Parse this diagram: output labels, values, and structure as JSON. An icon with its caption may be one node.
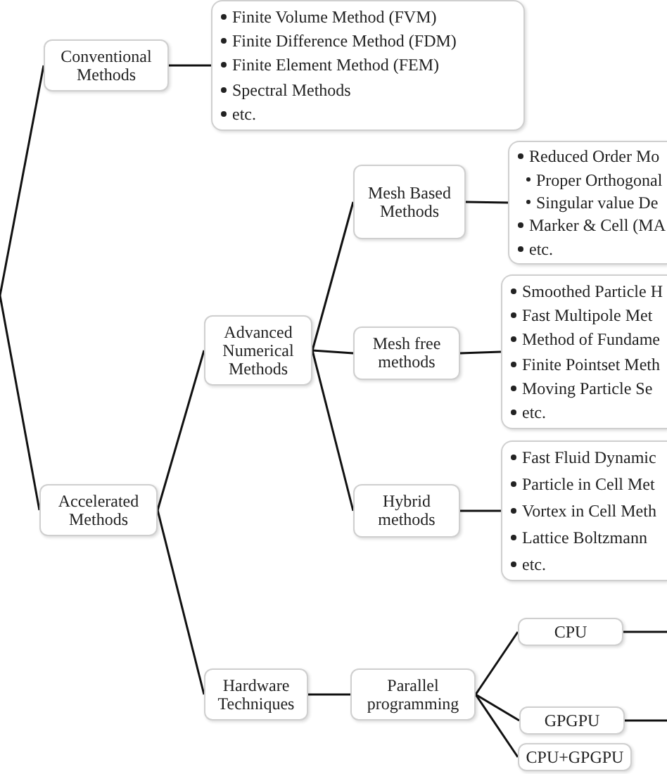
{
  "diagram": {
    "nodes": [
      {
        "text": [
          "Conventional Methods"
        ]
      },
      {
        "text": [
          "Finite Volume Method (FVM)",
          "Finite Difference Method (FDM)",
          "Finite Element Method (FEM)",
          "Spectral Methods",
          "etc."
        ]
      },
      {
        "text": [
          "Mesh Based Methods"
        ]
      },
      {
        "text": [
          "Reduced Order Mo",
          "Proper Orthogonal",
          "Singular value De",
          "Marker & Cell (MA",
          "etc."
        ]
      },
      {
        "text": [
          "Advanced Numerical Methods"
        ]
      },
      {
        "text": [
          "Mesh free methods"
        ]
      },
      {
        "text": [
          "Smoothed Particle H",
          "Fast Multipole Met",
          "Method of Fundame",
          "Finite Pointset Meth",
          "Moving Particle Se",
          "etc."
        ]
      },
      {
        "text": [
          "Accelerated Methods"
        ]
      },
      {
        "text": [
          "Hybrid methods"
        ]
      },
      {
        "text": [
          "Fast Fluid Dynamic",
          "Particle in Cell Met",
          "Vortex in Cell Meth",
          "Lattice Boltzmann",
          "etc."
        ]
      },
      {
        "text": [
          "Hardware Techniques"
        ]
      },
      {
        "text": [
          "Parallel programming"
        ]
      },
      {
        "text": [
          "CPU"
        ]
      },
      {
        "text": [
          "GPGPU"
        ]
      },
      {
        "text": [
          "CPU+GPGPU"
        ]
      }
    ],
    "edges": [
      {
        "from": null,
        "to": 0,
        "arrow": "none"
      },
      {
        "from": null,
        "to": 7,
        "arrow": "none"
      },
      {
        "from": 0,
        "to": 1,
        "arrow": "none"
      },
      {
        "from": 2,
        "to": 3,
        "arrow": "none"
      },
      {
        "from": 4,
        "to": 2,
        "arrow": "none"
      },
      {
        "from": 4,
        "to": 5,
        "arrow": "none"
      },
      {
        "from": 4,
        "to": 8,
        "arrow": "none"
      },
      {
        "from": 5,
        "to": 6,
        "arrow": "none"
      },
      {
        "from": 8,
        "to": 9,
        "arrow": "none"
      },
      {
        "from": 7,
        "to": 4,
        "arrow": "none"
      },
      {
        "from": 7,
        "to": 10,
        "arrow": "none"
      },
      {
        "from": 10,
        "to": 11,
        "arrow": "none"
      },
      {
        "from": 11,
        "to": 12,
        "arrow": "none"
      },
      {
        "from": 11,
        "to": 13,
        "arrow": "none"
      },
      {
        "from": 11,
        "to": 14,
        "arrow": "none"
      },
      {
        "from": 12,
        "to": null,
        "arrow": "none"
      },
      {
        "from": 13,
        "to": null,
        "arrow": "none"
      }
    ]
  }
}
